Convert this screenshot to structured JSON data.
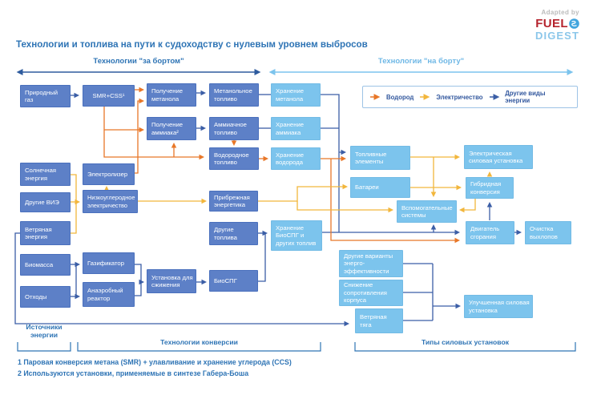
{
  "logo": {
    "adapted_by": "Adapted by",
    "fuel": "FUEL",
    "digest": "DIGEST"
  },
  "title": "Технологии и топлива на пути к судоходству с нулевым уровнем выбросов",
  "sections": {
    "offboard": "Технологии \"за бортом\"",
    "onboard": "Технологии \"на борту\""
  },
  "legend": {
    "hydrogen": "Водород",
    "electricity": "Электричество",
    "other_energy": "Другие виды энергии"
  },
  "nodes": {
    "natural_gas": "Природный газ",
    "smr_ccs": "SMR+CSS¹",
    "methanol_prod": "Получение метанола",
    "methanol_fuel": "Метанольное топливо",
    "methanol_storage": "Хранение метанола",
    "ammonia_prod": "Получение аммиака²",
    "ammonia_fuel": "Аммиачное топливо",
    "ammonia_storage": "Хранение аммиака",
    "hydrogen_fuel": "Водородное топливо",
    "hydrogen_storage": "Хранение водорода",
    "solar": "Солнечная энергия",
    "electrolyzer": "Электролизер",
    "other_res": "Другие ВИЭ",
    "low_carbon": "Низкоуглеродное электричество",
    "coastal": "Прибрежная энергетика",
    "wind_energy": "Ветряная энергия",
    "other_fuels": "Другие топлива",
    "biolng_storage": "Хранение БиоСПГ и других топлив",
    "biomass": "Биомасса",
    "gasifier": "Газификатор",
    "waste": "Отходы",
    "anaerobic": "Анаэробный реактор",
    "liquefaction": "Установка для сжижения",
    "biolng": "БиоСПГ",
    "fuel_cells": "Топливные элементы",
    "batteries": "Батареи",
    "aux_systems": "Вспомогательные системы",
    "electric_powertrain": "Электрическая силовая установка",
    "hybrid": "Гибридная конверсия",
    "combustion": "Двигатель сгорания",
    "exhaust": "Очистка выхлопов",
    "other_efficiency": "Другие варианты энерго-эффективности",
    "hull_resistance": "Снижение сопротивления корпуса",
    "wind_propulsion": "Ветряная тяга",
    "improved_powertrain": "Улучшенная силовая установка"
  },
  "brackets": {
    "energy_sources": "Источники энергии",
    "conversion": "Технологии конверсии",
    "powertrain_types": "Типы силовых установок"
  },
  "footnotes": {
    "note1": "1 Паровая конверсия метана (SMR) + улавливание и хранение углерода (CCS)",
    "note2": "2 Используются установки, применяемые в синтезе Габера-Боша"
  },
  "colors": {
    "medium_blue": "#5d80c7",
    "light_blue": "#7cc4ed",
    "hydrogen_orange": "#e87728",
    "electricity_yellow": "#f2b63c",
    "energy_dark_blue": "#3b5ea6",
    "title_blue": "#2e74b5",
    "logo_red": "#b5232d",
    "logo_light_blue": "#8cc7ea"
  }
}
